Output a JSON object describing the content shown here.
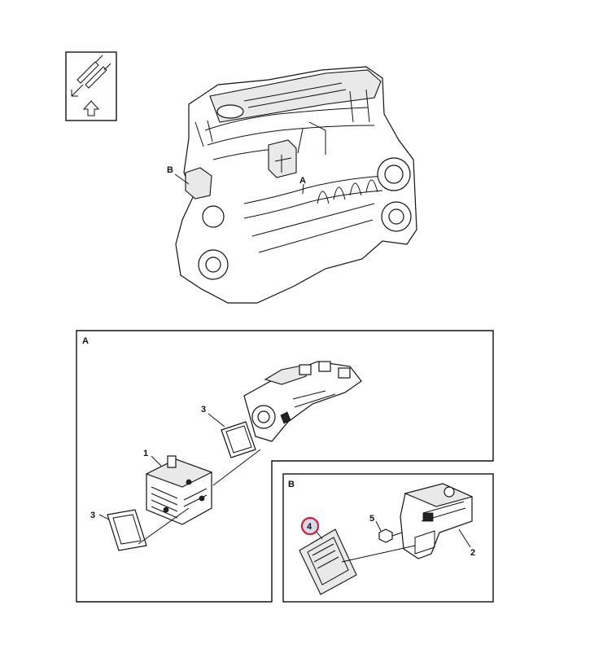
{
  "icon": {
    "name": "service-manual-symbol-icon"
  },
  "engine": {
    "callout_a": "A",
    "callout_b": "B"
  },
  "detail_a": {
    "title": "A",
    "callouts": {
      "item1": "1",
      "item3_upper": "3",
      "item3_lower": "3"
    }
  },
  "detail_b": {
    "title": "B",
    "callouts": {
      "item4": "4",
      "item5": "5",
      "item2": "2"
    },
    "highlight_color": "#d0203a"
  }
}
